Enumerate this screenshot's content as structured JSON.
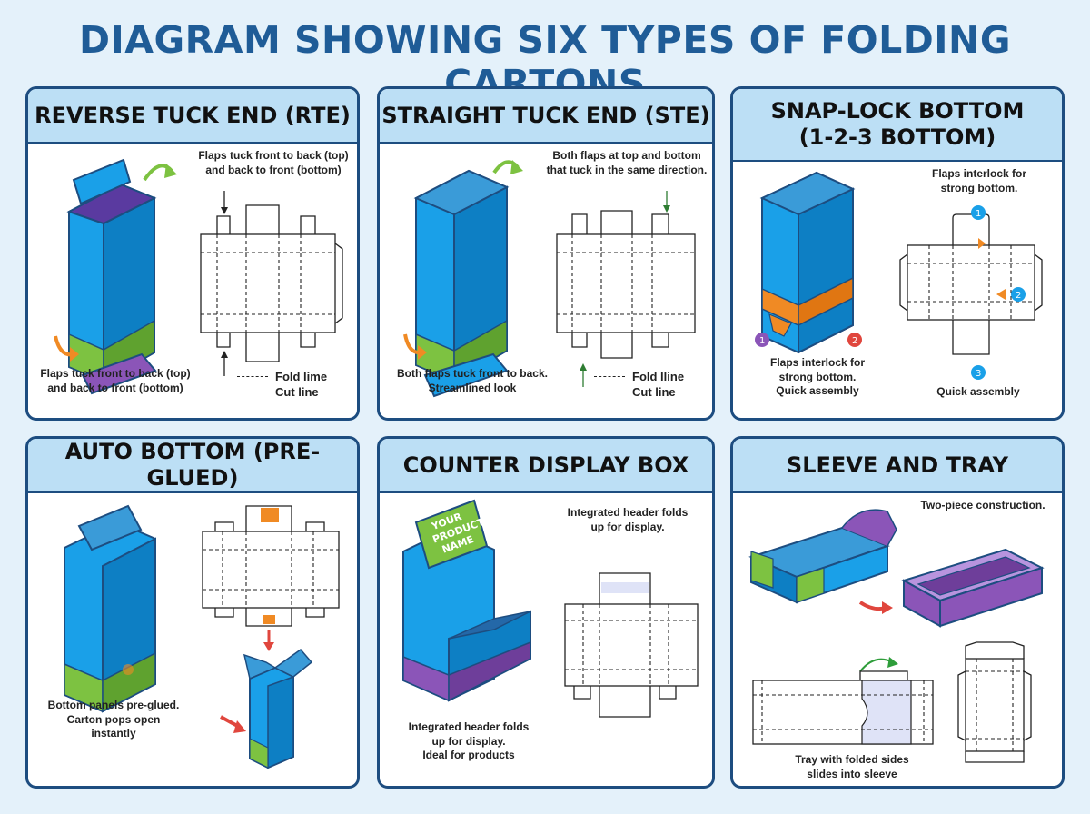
{
  "title": "DIAGRAM SHOWING SIX TYPES OF FOLDING CARTONS",
  "colors": {
    "blue": "#1aa0e8",
    "green": "#7dc241",
    "purple": "#8b55b8",
    "orange": "#f08a24",
    "navy": "#1d4d80",
    "header_bg": "#bcdff5"
  },
  "panels": [
    {
      "id": "rte",
      "title": "REVERSE TUCK END (RTE)",
      "note_top": "Flaps tuck front to back (top)\nand back to front (bottom)",
      "note_bottom": "Flaps tuck front to back (top)\nand back to front (bottom)",
      "legend": {
        "fold": "Fold lime",
        "cut": "Cut line"
      }
    },
    {
      "id": "ste",
      "title": "STRAIGHT TUCK END (STE)",
      "note_top": "Both flaps at top and bottom\nthat tuck in the same direction.",
      "note_bottom": "Both flaps tuck front to back.\nStreamlined look",
      "legend": {
        "fold": "Fold lline",
        "cut": "Cut line"
      }
    },
    {
      "id": "snap",
      "title": "SNAP-LOCK BOTTOM\n(1-2-3 BOTTOM)",
      "note_top": "Flaps interlock for\nstrong bottom.",
      "note_bottom": "Flaps interlock for\nstrong bottom.\nQuick assembly",
      "note_bottom_right": "Quick assembly",
      "steps": [
        "1",
        "2",
        "3"
      ]
    },
    {
      "id": "auto",
      "title": "AUTO BOTTOM (PRE-GLUED)",
      "note_bottom": "Bottom panels pre-glued.\nCarton pops open\ninstantly"
    },
    {
      "id": "counter",
      "title": "COUNTER DISPLAY BOX",
      "note_top": "Integrated header folds\nup for display.",
      "note_bottom": "Integrated header folds\nup for display.\nIdeal for products",
      "header_text": "YOUR\nPRODUCT\nNAME"
    },
    {
      "id": "sleeve",
      "title": "SLEEVE AND TRAY",
      "note_top": "Two-piece construction.",
      "note_bottom": "Tray with folded sides\nslides into sleeve"
    }
  ]
}
